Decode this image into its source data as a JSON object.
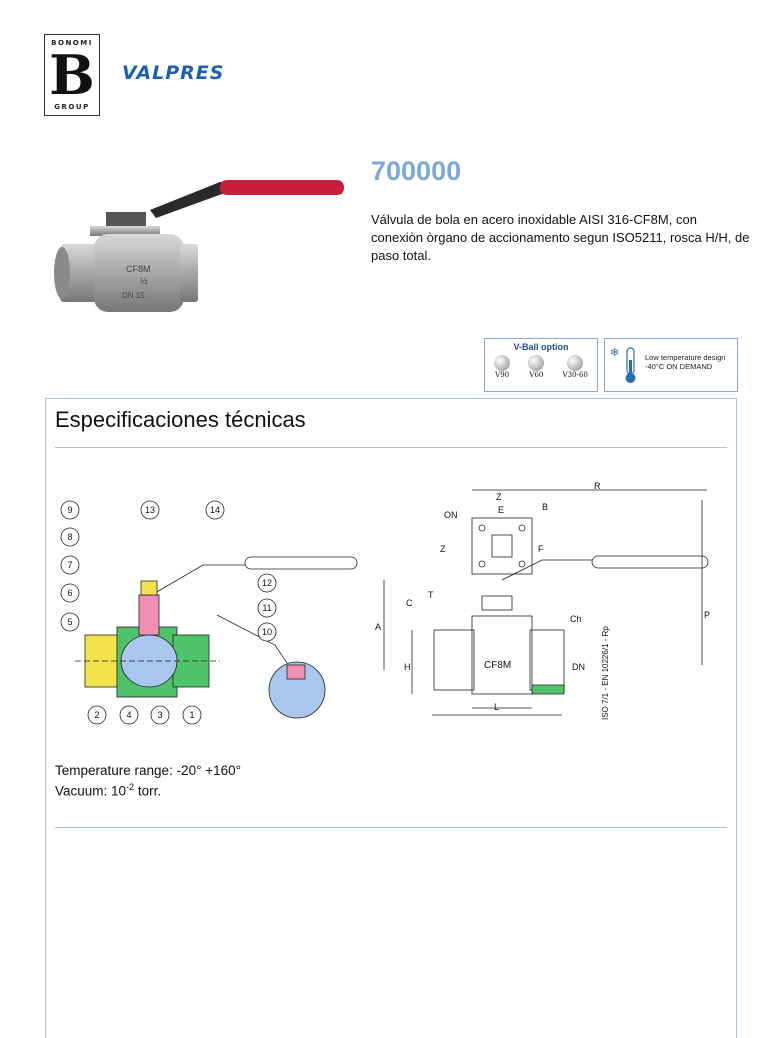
{
  "logo": {
    "top_text": "BONOMI",
    "letter": "B",
    "bottom_text": "GROUP"
  },
  "brand": "VALPRES",
  "product": {
    "model": "700000",
    "description": "Válvula de bola en acero inoxidable AISI 316-CF8M, con conexiòn òrgano de accionamento segun ISO5211, rosca H/H, de paso total."
  },
  "valve_photo": {
    "body_marks": [
      "CF8M",
      "½",
      "DN 15"
    ]
  },
  "badges": {
    "vball": {
      "title": "V-Ball option",
      "items": [
        "V90",
        "V60",
        "V30-60"
      ]
    },
    "lowtemp": {
      "line1": "Low temperature design",
      "line2": "-40°C  ON DEMAND"
    }
  },
  "specs": {
    "title": "Especificaciones técnicas",
    "temperature_label": "Temperature range: -20° +160°",
    "vacuum_prefix": "Vacuum: 10",
    "vacuum_exp": "-2",
    "vacuum_suffix": " torr."
  },
  "drawing": {
    "callouts": [
      "9",
      "13",
      "14",
      "8",
      "7",
      "12",
      "6",
      "11",
      "5",
      "10",
      "2",
      "4",
      "3",
      "1"
    ],
    "dims": [
      "R",
      "Z",
      "E",
      "B",
      "ON",
      "Z",
      "F",
      "T",
      "C",
      "A",
      "P",
      "H",
      "L",
      "Ch",
      "DN"
    ],
    "body_mark": "CF8M",
    "standard": "ISO 7/1 - EN 10226/1 - Rp"
  }
}
